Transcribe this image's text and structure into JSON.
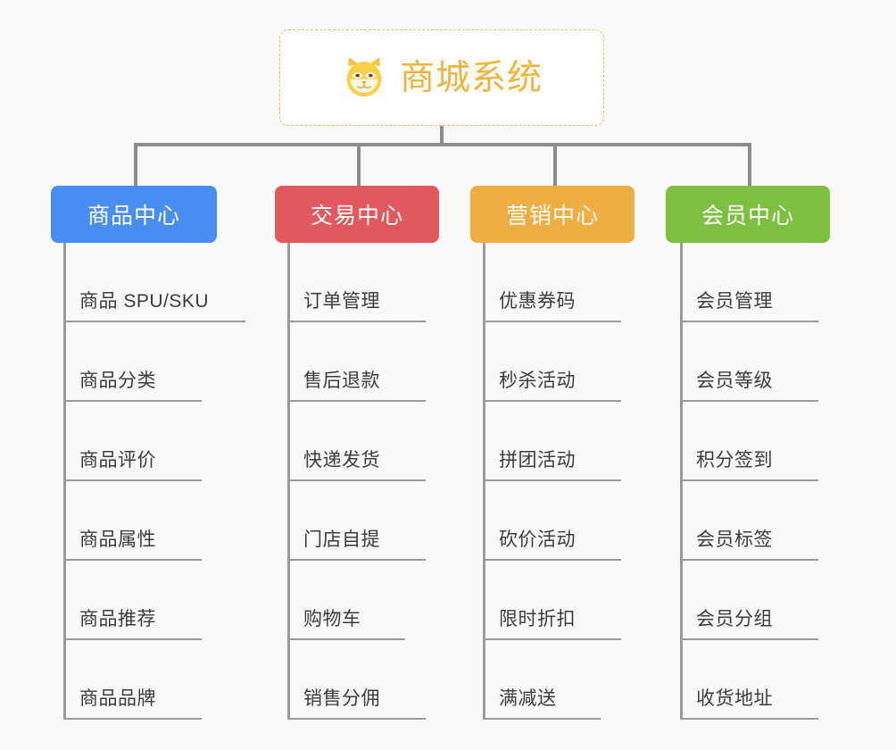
{
  "root": {
    "title": "商城系统",
    "icon": "shiba-dog-face-icon",
    "border_color": "#e9b96b",
    "text_color": "#eeb43c",
    "background": "#ffffff"
  },
  "canvas": {
    "background": "#f9f9f9",
    "connector_color": "#8c8c8c",
    "leaf_line_color": "#9a9a9a"
  },
  "columns": [
    {
      "title": "商品中心",
      "color": "#4a8df0",
      "items": [
        "商品 SPU/SKU",
        "商品分类",
        "商品评价",
        "商品属性",
        "商品推荐",
        "商品品牌"
      ]
    },
    {
      "title": "交易中心",
      "color": "#e2585c",
      "items": [
        "订单管理",
        "售后退款",
        "快递发货",
        "门店自提",
        "购物车",
        "销售分佣"
      ]
    },
    {
      "title": "营销中心",
      "color": "#eeae41",
      "items": [
        "优惠券码",
        "秒杀活动",
        "拼团活动",
        "砍价活动",
        "限时折扣",
        "满减送"
      ]
    },
    {
      "title": "会员中心",
      "color": "#7bc043",
      "items": [
        "会员管理",
        "会员等级",
        "积分签到",
        "会员标签",
        "会员分组",
        "收货地址"
      ]
    }
  ]
}
